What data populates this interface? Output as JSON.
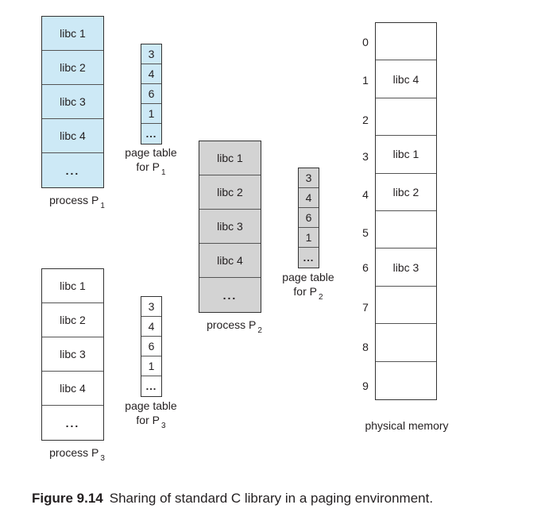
{
  "process_p1": {
    "cells": [
      "libc 1",
      "libc 2",
      "libc 3",
      "libc 4",
      "..."
    ],
    "label": "process P",
    "subscript": "1",
    "color": "#cde9f6"
  },
  "page_table_p1": {
    "entries": [
      "3",
      "4",
      "6",
      "1",
      "..."
    ],
    "label_line1": "page table",
    "label_line2": "for P",
    "subscript": "1",
    "color": "#cde9f6"
  },
  "process_p2": {
    "cells": [
      "libc 1",
      "libc 2",
      "libc 3",
      "libc 4",
      "..."
    ],
    "label": "process P",
    "subscript": "2",
    "color": "#d3d3d3"
  },
  "page_table_p2": {
    "entries": [
      "3",
      "4",
      "6",
      "1",
      "..."
    ],
    "label_line1": "page table",
    "label_line2": "for P",
    "subscript": "2",
    "color": "#d3d3d3"
  },
  "process_p3": {
    "cells": [
      "libc 1",
      "libc 2",
      "libc 3",
      "libc 4",
      "..."
    ],
    "label": "process P",
    "subscript": "3",
    "color": "#ffffff"
  },
  "page_table_p3": {
    "entries": [
      "3",
      "4",
      "6",
      "1",
      "..."
    ],
    "label_line1": "page table",
    "label_line2": "for P",
    "subscript": "3",
    "color": "#ffffff"
  },
  "physical_memory": {
    "frame_numbers": [
      "0",
      "1",
      "2",
      "3",
      "4",
      "5",
      "6",
      "7",
      "8",
      "9"
    ],
    "frames": [
      "",
      "libc 4",
      "",
      "libc 1",
      "libc 2",
      "",
      "libc 3",
      "",
      "",
      ""
    ],
    "label": "physical memory"
  },
  "caption": {
    "number": "Figure 9.14",
    "text": "Sharing of standard C library in a paging environment."
  }
}
